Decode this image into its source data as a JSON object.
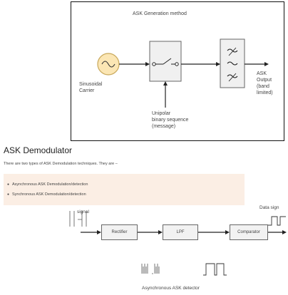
{
  "generation": {
    "title": "ASK Generation method",
    "carrier_label": [
      "Sinusoidal",
      "Carrier"
    ],
    "sequence_label": [
      "Unipolar",
      "binary sequence",
      "(message)"
    ],
    "output_label": [
      "ASK",
      "Output",
      "(band",
      "limited)"
    ]
  },
  "demodulator": {
    "heading": "ASK Demodulator",
    "intro": "There are two types of ASK Demodulation techniques. They are –",
    "items": [
      "Asynchronous ASK Demodulation/detection",
      "Synchronous ASK Demodulation/detection"
    ]
  },
  "detector": {
    "signal_label": "signal",
    "data_label": "Data sign",
    "rectifier": "Rectifier",
    "lpf": "LPF",
    "comparator": "Comparator",
    "caption": "Asynchronous ASK detector"
  }
}
